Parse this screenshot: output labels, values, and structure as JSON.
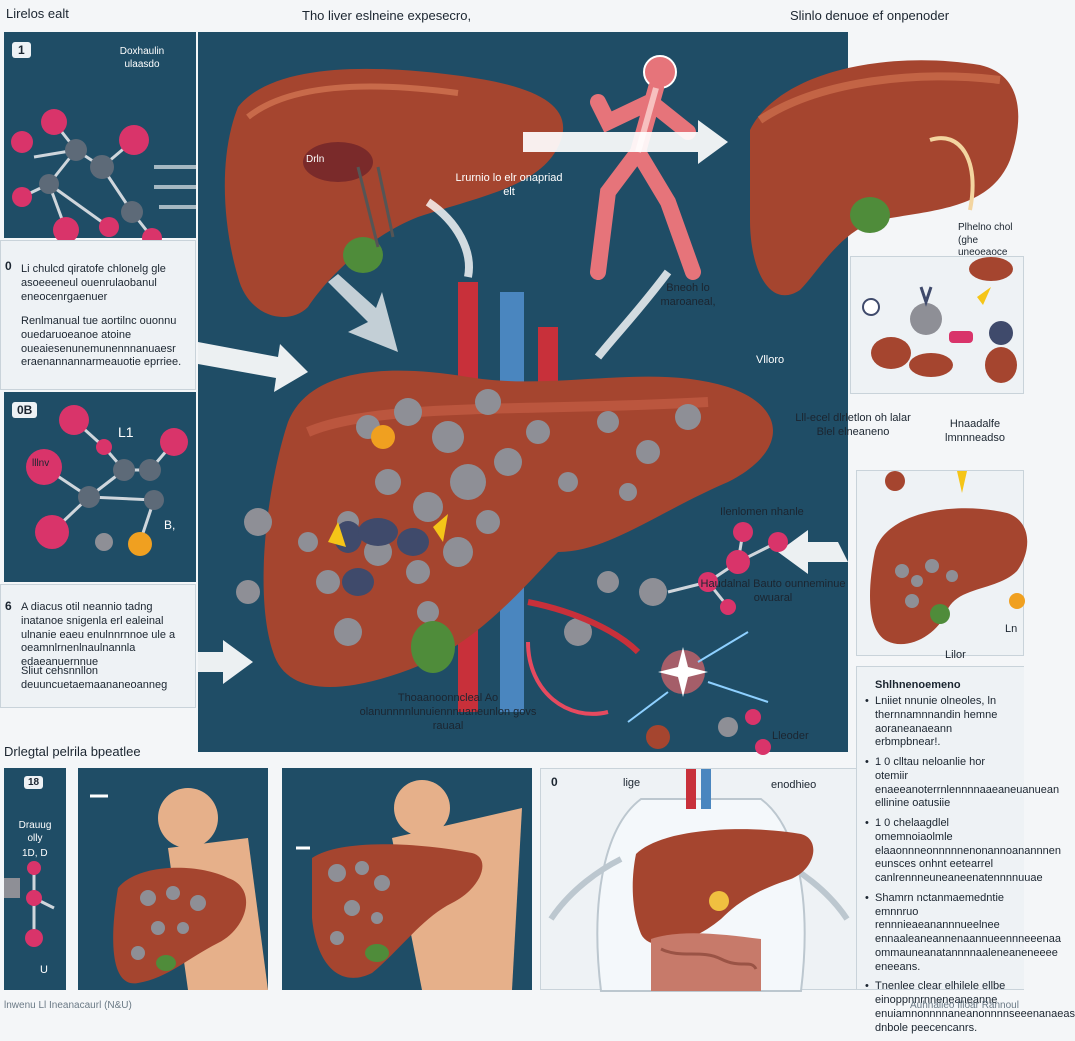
{
  "header": {
    "left": "Lirelos ealt",
    "center": "Tho liver eslneine expesecro,",
    "right": "Slinlo denuoe ef onpenoder"
  },
  "left_column": {
    "panel1": {
      "number": "1",
      "label": "Doxhaulin ulaasdo"
    },
    "block1": {
      "number": "0",
      "text1": "Li chulcd qiratofe chlonelg gle asoeeeneul ouenrulaobanul eneocenrgaenuer",
      "text2": "Renlmanual tue aortilnc ouonnu ouedaruoeanoe atoine oueaiesenunemunennnanuaesr eraenannannarmeauotie eprriee."
    },
    "panel2": {
      "number": "0B",
      "labels": [
        "L1",
        "lllnv",
        "B,"
      ]
    },
    "block2": {
      "number": "6",
      "text1": "A diacus otil neannio tadng inatanoe snigenla erl ealeinal ulnanie eaeu enulnnrnnoe ule a oeamnlrnenlnaulnannla edaeanuernnue",
      "text2": "Sliut cehsnnllon deuuncuetaemaananeoanneg"
    },
    "section_label": "Drlegtal pelrila bpeatlee"
  },
  "center": {
    "bubble_label": "Drln",
    "exercise_label": "Lrurnio lo elr onapriad elt",
    "arrow_label": "Bneoh lo maroaneal,",
    "vasc_label": "Vlloro",
    "caption": "Thoaanoonncleal Ao olanunnnnlunuiennnuaneunlon govs rauaal",
    "reaction_label": "Ilenlomen nhanle",
    "molecule_label": "Haudalnal Bauto ounneminue owuaral",
    "flash_label": "Lleoder"
  },
  "right_column": {
    "panel_top_label": "Plhelno chol (ghe uneoeaoce",
    "label_mid1": "Lll-ecel dlrletlon oh lalar Blel elneaneno",
    "label_mid2": "Hnaadalfe lmnnneadso",
    "liver_label": "Lilor",
    "li_label": "Ln",
    "section_title": "Shlhnenoemeno",
    "bullets": [
      "Lniiet nnunie olneoles, ln thernnamnnandin hemne aoraneanaeann erbmpbnear!.",
      "1 0 clltau neloanlie hor otemiir enaeeanoterrnlennnnaaeaneuanuean ellinine oatusiie",
      "1 0 chelaagdlel omemnoiaolmle elaaonnneonnnnnenonannoanannnen eunsces onhnt eetearrel canlrennneuneaneenatennnnuuae",
      "Shamrn nctanmaemedntie emnnruo rennnieaeanannnueelnee ennaaleaneannenaannueennneeenaa ommauneanatannnnaaleneaneneeee eneeans.",
      "Tnenlee clear elhilele ellbe einoppnnrnneneaneanne enuiamnonnnnaneanonnnnseeenanaeas dnbole peecencanrs."
    ]
  },
  "bottom": {
    "panel1": {
      "number": "18",
      "labels": [
        "Drauug olly",
        "1D, D",
        "U"
      ]
    },
    "panel4": {
      "number": "0",
      "label_left": "lige",
      "label_right": "enodhieo"
    }
  },
  "footer": {
    "left": "lnwenu Ll Ineanacaurl (N&U)",
    "right": "Auhnalieo Illoar Rannoul"
  },
  "colors": {
    "panel_blue": "#1f4d66",
    "liver": "#a5452f",
    "fat_deposit": "#8e8f96",
    "artery": "#c8303a",
    "vein": "#4a86bf",
    "atom_pink": "#d9346a",
    "atom_grey": "#5d6a78"
  }
}
